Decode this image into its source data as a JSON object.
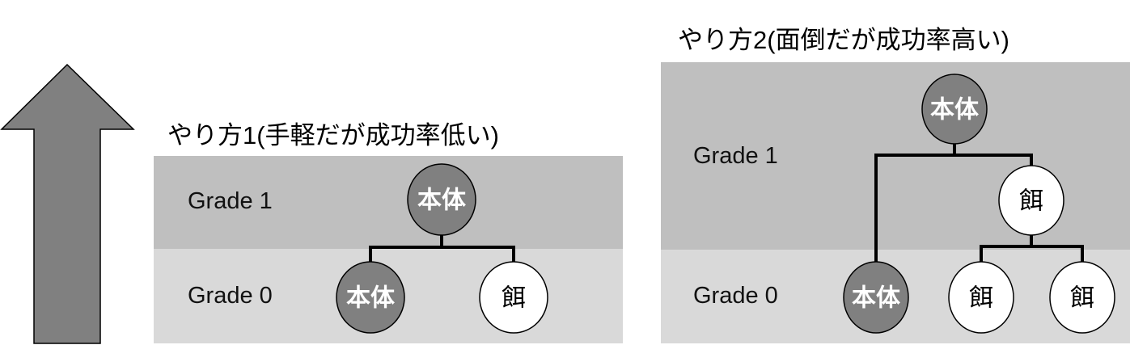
{
  "colors": {
    "band_grade1": "#bfbfbf",
    "band_grade0": "#d9d9d9",
    "body_node": "#808080",
    "bait_node": "#ffffff",
    "arrow": "#808080"
  },
  "method1": {
    "title": "やり方1(手軽だが成功率低い)",
    "grade1_label": "Grade 1",
    "grade0_label": "Grade 0",
    "nodes": {
      "top_body": "本体",
      "bottom_body": "本体",
      "bottom_bait": "餌"
    }
  },
  "method2": {
    "title": "やり方2(面倒だが成功率高い)",
    "grade1_label": "Grade 1",
    "grade0_label": "Grade 0",
    "nodes": {
      "top_body": "本体",
      "mid_bait": "餌",
      "bottom_body": "本体",
      "bottom_bait_1": "餌",
      "bottom_bait_2": "餌"
    }
  }
}
